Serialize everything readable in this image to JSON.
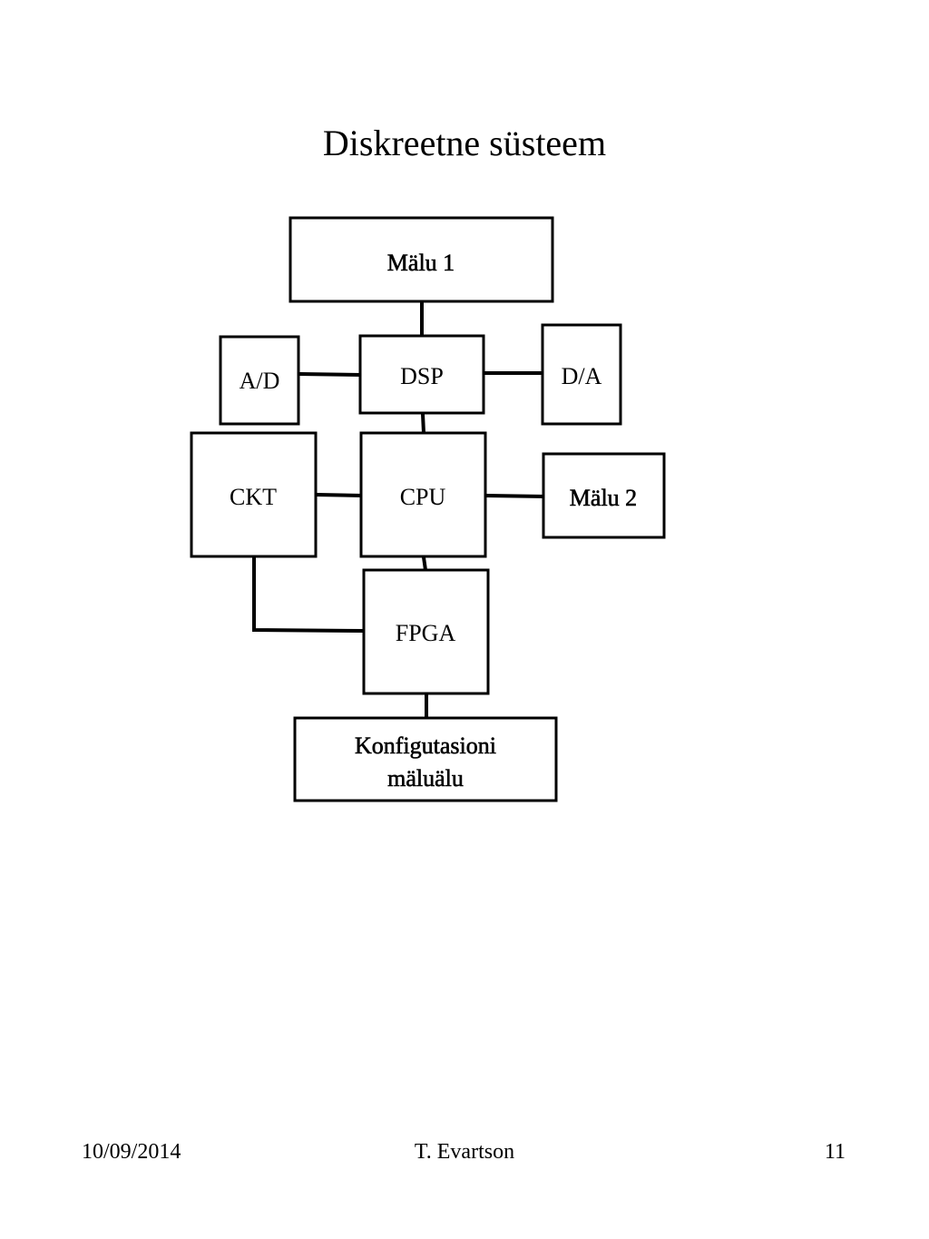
{
  "slide": {
    "title": "Diskreetne süsteem"
  },
  "diagram": {
    "blocks": {
      "mem1": "Mälu 1",
      "ad": "A/D",
      "dsp": "DSP",
      "da": "D/A",
      "ckt": "CKT",
      "cpu": "CPU",
      "mem2": "Mälu 2",
      "fpga": "FPGA",
      "config_line1": "Konfigutasioni",
      "config_line2": "mäluälu"
    }
  },
  "footer": {
    "date": "10/09/2014",
    "author": "T. Evartson",
    "page": "11"
  }
}
